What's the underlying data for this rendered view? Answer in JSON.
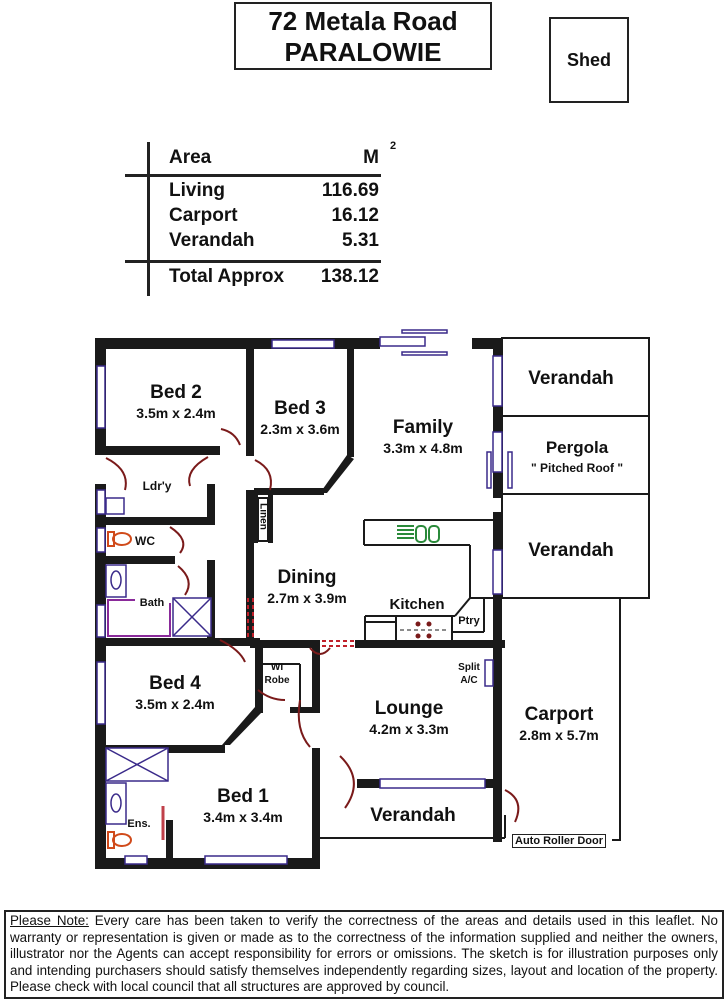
{
  "header": {
    "address_line1": "72 Metala Road",
    "address_line2": "PARALOWIE",
    "shed_label": "Shed"
  },
  "area_table": {
    "header_label": "Area",
    "unit": "M",
    "unit_superscript": "2",
    "rows": [
      {
        "label": "Living",
        "value": "116.69"
      },
      {
        "label": "Carport",
        "value": "16.12"
      },
      {
        "label": "Verandah",
        "value": "5.31"
      }
    ],
    "total": {
      "label": "Total Approx",
      "value": "138.12"
    }
  },
  "rooms": {
    "bed2": {
      "name": "Bed 2",
      "dim": "3.5m x 2.4m"
    },
    "bed3": {
      "name": "Bed 3",
      "dim": "2.3m x 3.6m"
    },
    "family": {
      "name": "Family",
      "dim": "3.3m x 4.8m"
    },
    "verandah_top": {
      "name": "Verandah"
    },
    "pergola": {
      "name": "Pergola",
      "dim": "\" Pitched Roof \""
    },
    "verandah_mid": {
      "name": "Verandah"
    },
    "laundry": {
      "name": "Ldr'y"
    },
    "wc": {
      "name": "WC"
    },
    "linen": {
      "name": "Linen"
    },
    "bath": {
      "name": "Bath"
    },
    "dining": {
      "name": "Dining",
      "dim": "2.7m x 3.9m"
    },
    "kitchen": {
      "name": "Kitchen"
    },
    "pantry": {
      "name": "Ptry"
    },
    "bed4": {
      "name": "Bed 4",
      "dim": "3.5m x 2.4m"
    },
    "wi_robe": {
      "name": "WI",
      "name2": "Robe"
    },
    "split_ac": {
      "name": "Split",
      "name2": "A/C"
    },
    "lounge": {
      "name": "Lounge",
      "dim": "4.2m x 3.3m"
    },
    "carport": {
      "name": "Carport",
      "dim": "2.8m x 5.7m"
    },
    "bed1": {
      "name": "Bed 1",
      "dim": "3.4m x 3.4m"
    },
    "ensuite": {
      "name": "Ens."
    },
    "verandah_bottom": {
      "name": "Verandah"
    },
    "auto_roller_door": {
      "name": "Auto Roller Door"
    }
  },
  "colors": {
    "wall": "#1a1a1a",
    "window": "#3a2a8a",
    "door": "#7a1a1a",
    "fixture_orange": "#d04a1a",
    "fixture_green": "#2a8a3a",
    "bath_purple": "#8a2a9a"
  },
  "disclaimer": {
    "heading": "Please Note:",
    "text": "  Every care has been taken to verify the correctness of the areas and details used in this  leaflet. No warranty or  representation is  given or made as to the correctness of the information supplied and   neither the  owners,  illustrator nor the  Agents can  accept  responsibility  for  errors or  omissions.  The  sketch is  for illustration  purposes  only and  intending purchasers should satisfy themselves independently regarding  sizes, layout  and  location of the property. Please check  with local council that all structures are approved by council."
  }
}
